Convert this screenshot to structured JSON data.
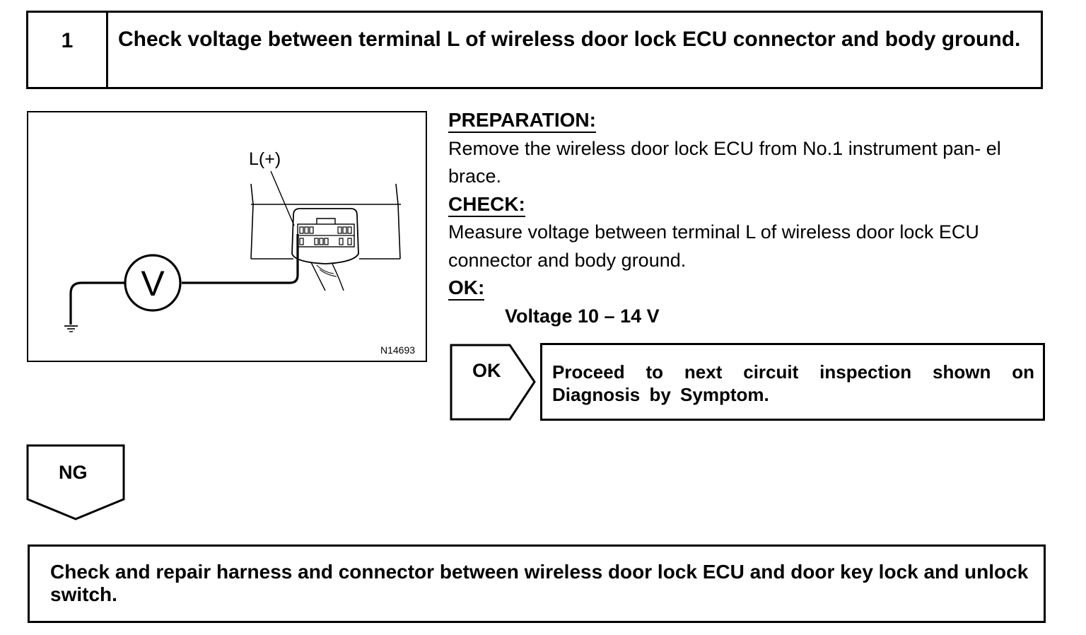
{
  "step": {
    "number": "1",
    "title": "Check voltage between terminal L of wireless door lock ECU connector and body ground."
  },
  "figure": {
    "terminal_label": "L(+)",
    "meter_symbol": "V",
    "figure_id": "N14693"
  },
  "procedure": {
    "preparation_heading": "PREPARATION:",
    "preparation_text": "Remove the wireless door lock ECU from No.1 instrument pan- el brace.",
    "check_heading": "CHECK:",
    "check_text": "Measure voltage between terminal L of wireless door lock ECU connector and body ground.",
    "ok_heading": "OK:",
    "spec": "Voltage 10 – 14 V"
  },
  "ok_branch": {
    "label": "OK",
    "result": "Proceed to next circuit inspection shown on Diagnosis by Symptom."
  },
  "ng_branch": {
    "label": "NG"
  },
  "action": {
    "text": "Check and repair harness and connector between wireless door lock ECU and door key lock and unlock switch."
  }
}
